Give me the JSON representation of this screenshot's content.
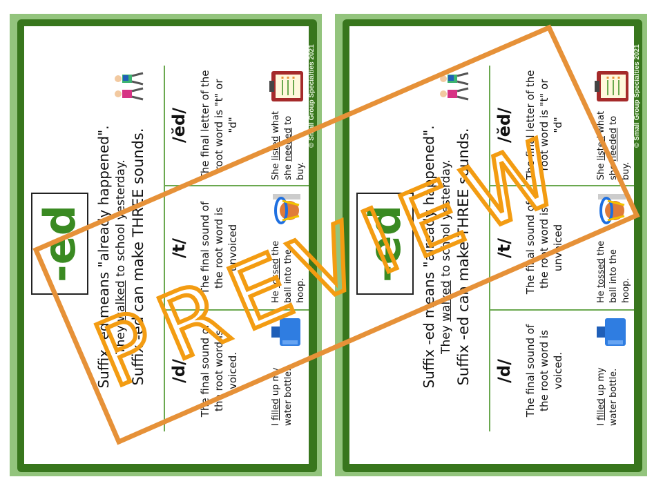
{
  "card": {
    "title": "-ed",
    "line1": "Suffix -ed means \"already happened\".",
    "line2_parts": [
      {
        "t": "They "
      },
      {
        "t": "walked",
        "u": true
      },
      {
        "t": " to school yesterday."
      }
    ],
    "line3": "Suffix -ed can make THREE sounds.",
    "copyright": "© Small Group Specialties 2021",
    "columns": [
      {
        "heading": "/d/",
        "desc": "The final sound of the root word is voiced.",
        "example": [
          {
            "t": "I "
          },
          {
            "t": "filled",
            "u": true
          },
          {
            "t": " up my water bottle."
          }
        ],
        "icon": "water-bottle-icon"
      },
      {
        "heading": "/t/",
        "desc": "The final sound of the root word is unvoiced",
        "example": [
          {
            "t": "He "
          },
          {
            "t": "tossed",
            "u": true
          },
          {
            "t": " the ball into the hoop."
          }
        ],
        "icon": "basketball-hoop-icon"
      },
      {
        "heading": "/ĕd/",
        "desc": "The final letter of the root word is \"t\" or \"d\"",
        "example": [
          {
            "t": "She "
          },
          {
            "t": "listed",
            "u": true
          },
          {
            "t": " what she "
          },
          {
            "t": "needed",
            "u": true
          },
          {
            "t": " to buy."
          }
        ],
        "icon": "clipboard-list-icon"
      }
    ]
  },
  "card_count": 2,
  "watermark": {
    "text": "PREVIEW",
    "color": "#e69138"
  },
  "colors": {
    "frame": "#93c47d",
    "border": "#38761d",
    "accent": "#3a8a22",
    "divider": "#6aa84f"
  }
}
